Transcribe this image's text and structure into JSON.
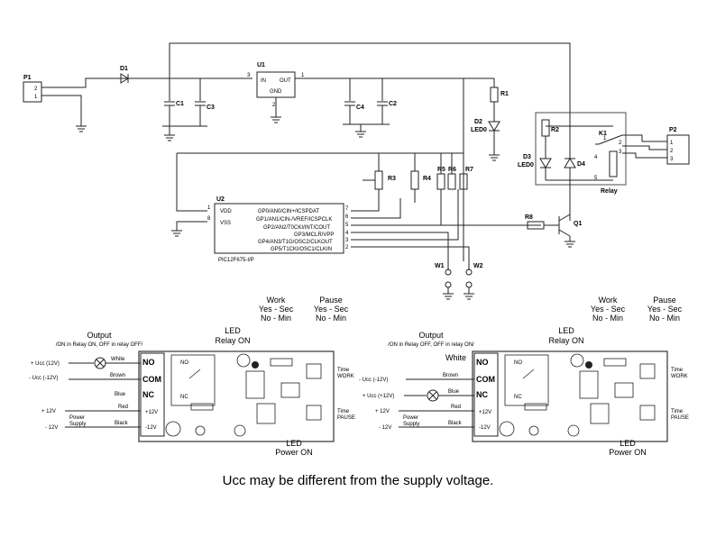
{
  "schematic": {
    "p1": "P1",
    "p1_pins": [
      "2",
      "1"
    ],
    "d1": "D1",
    "u1": "U1",
    "u1_in": "IN",
    "u1_out": "OUT",
    "u1_gnd": "GND",
    "u1_pin_in": "3",
    "u1_pin_out": "1",
    "u1_pin_gnd": "2",
    "c1": "C1",
    "c3": "C3",
    "c4": "C4",
    "c2": "C2",
    "r1": "R1",
    "d2": "D2",
    "led0a": "LED0",
    "r2": "R2",
    "d3": "D3",
    "led0b": "LED0",
    "d4": "D4",
    "k1": "K1",
    "relay": "Relay",
    "k1_pins": [
      "1",
      "2",
      "3",
      "4",
      "5"
    ],
    "p2": "P2",
    "p2_pins": [
      "1",
      "2",
      "3"
    ],
    "u2": "U2",
    "u2_vdd": "VDD",
    "u2_vss": "VSS",
    "u2_pin_vdd": "1",
    "u2_pin_vss": "8",
    "u2_pins_right": [
      "7",
      "6",
      "5",
      "4",
      "3",
      "2"
    ],
    "u2_functions": [
      "GP0/AN0/CIN+/ICSPDAT",
      "GP1/AN1/CIN-/VREF/ICSPCLK",
      "GP2/AN2/T0CKI/INT/COUT",
      "GP3/MCLR/VPP",
      "GP4/AN3/T1G/OSC2/CLKOUT",
      "GP5/T1CKI/OSC1/CLKIN"
    ],
    "u2_part": "PIC12F675-I/P",
    "r3": "R3",
    "r4": "R4",
    "r5": "R5",
    "r6": "R6",
    "r7": "R7",
    "r8": "R8",
    "q1": "Q1",
    "w1": "W1",
    "w2": "W2"
  },
  "board_left": {
    "output_title": "Output",
    "output_sub": "/ON in Relay ON, OFF in relay OFF/",
    "led_relay": "LED\nRelay ON",
    "work": "Work\nYes - Sec\nNo - Min",
    "pause": "Pause\nYes - Sec\nNo - Min",
    "ucc_pos": "+ Ucc (12V)",
    "ucc_neg": "- Ucc (-12V)",
    "white": "White",
    "brown": "Brown",
    "blue": "Blue",
    "red": "Red",
    "black": "Black",
    "power": "Power",
    "supply": "Supply",
    "plus12": "+ 12V",
    "minus12": "- 12V",
    "terms": [
      "NO",
      "COM",
      "NC",
      "+12V",
      "-12V"
    ],
    "time_work": "Time\nWORK",
    "time_pause": "Time\nPAUSE",
    "led_power": "LED\nPower ON"
  },
  "board_right": {
    "output_title": "Output",
    "output_sub": "/ON in Relay OFF, OFF in relay ON/",
    "led_relay": "LED\nRelay ON",
    "work": "Work\nYes - Sec\nNo - Min",
    "pause": "Pause\nYes - Sec\nNo - Min",
    "ucc_neg": "- Ucc (-12V)",
    "ucc_pos": "+ Ucc (+12V)",
    "white": "White",
    "brown": "Brown",
    "blue": "Blue",
    "red": "Red",
    "black": "Black",
    "power": "Power",
    "supply": "Supply",
    "plus12": "+ 12V",
    "minus12": "- 12V",
    "terms": [
      "NO",
      "COM",
      "NC",
      "+12V",
      "-12V"
    ],
    "time_work": "Time\nWORK",
    "time_pause": "Time\nPAUSE",
    "led_power": "LED\nPower ON"
  },
  "caption": "Ucc may be different from the supply voltage."
}
